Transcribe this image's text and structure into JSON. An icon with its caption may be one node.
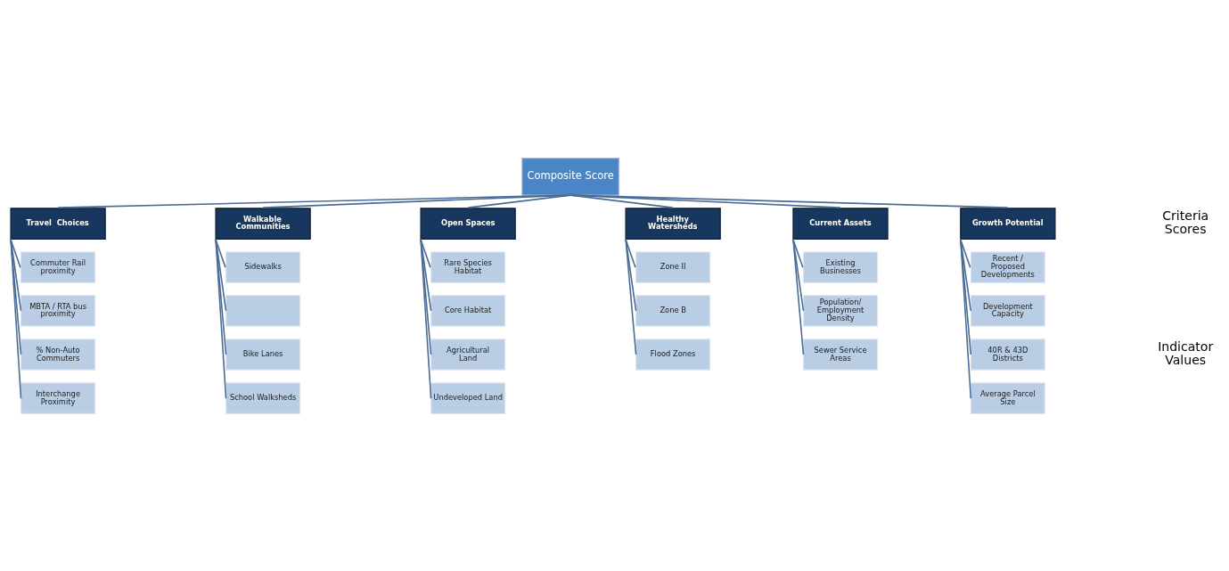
{
  "diagram": {
    "nodes": [
      {
        "text": [
          "Composite Score"
        ]
      },
      {
        "text": [
          "Travel  Choices"
        ]
      },
      {
        "text": [
          "Walkable Communities"
        ]
      },
      {
        "text": [
          "Open Spaces"
        ]
      },
      {
        "text": [
          "Healthy Watersheds"
        ]
      },
      {
        "text": [
          "Current Assets"
        ]
      },
      {
        "text": [
          "Growth Potential"
        ]
      },
      {
        "text": [
          "Commuter Rail proximity"
        ]
      },
      {
        "text": [
          "MBTA / RTA bus proximity"
        ]
      },
      {
        "text": [
          "% Non-Auto Commuters"
        ]
      },
      {
        "text": [
          "Interchange Proximity"
        ]
      },
      {
        "text": [
          "Sidewalks"
        ]
      },
      {
        "text": [],
        "shape": "box"
      },
      {
        "text": [
          "Bike Lanes"
        ]
      },
      {
        "text": [
          "School Walksheds"
        ]
      },
      {
        "text": [
          "Rare Species Habitat"
        ]
      },
      {
        "text": [
          "Core Habitat"
        ]
      },
      {
        "text": [
          "Agricultural Land"
        ]
      },
      {
        "text": [
          "Undeveloped Land"
        ]
      },
      {
        "text": [
          "Zone II"
        ]
      },
      {
        "text": [
          "Zone B"
        ]
      },
      {
        "text": [
          "Flood Zones"
        ]
      },
      {
        "text": [
          "Existing Businesses"
        ]
      },
      {
        "text": [
          "Population/ Employment Density"
        ]
      },
      {
        "text": [
          "Sewer Service Areas"
        ]
      },
      {
        "text": [
          "Recent / Proposed Developments"
        ]
      },
      {
        "text": [
          "Development Capacity"
        ]
      },
      {
        "text": [
          "40R & 43D Districts"
        ]
      },
      {
        "text": [
          "Average Parcel Size"
        ]
      }
    ],
    "edges": [
      {
        "from": 0,
        "to": 1,
        "arrow": "none"
      },
      {
        "from": 0,
        "to": 2,
        "arrow": "none"
      },
      {
        "from": 0,
        "to": 3,
        "arrow": "none"
      },
      {
        "from": 0,
        "to": 4,
        "arrow": "none"
      },
      {
        "from": 0,
        "to": 5,
        "arrow": "none"
      },
      {
        "from": 0,
        "to": 6,
        "arrow": "none"
      },
      {
        "from": 1,
        "to": 7,
        "arrow": "none"
      },
      {
        "from": 1,
        "to": 8,
        "arrow": "none"
      },
      {
        "from": 1,
        "to": 9,
        "arrow": "none"
      },
      {
        "from": 1,
        "to": 10,
        "arrow": "none"
      },
      {
        "from": 2,
        "to": 11,
        "arrow": "none"
      },
      {
        "from": 2,
        "to": 12,
        "arrow": "none"
      },
      {
        "from": 2,
        "to": 13,
        "arrow": "none"
      },
      {
        "from": 2,
        "to": 14,
        "arrow": "none"
      },
      {
        "from": 3,
        "to": 15,
        "arrow": "none"
      },
      {
        "from": 3,
        "to": 16,
        "arrow": "none"
      },
      {
        "from": 3,
        "to": 17,
        "arrow": "none"
      },
      {
        "from": 3,
        "to": 18,
        "arrow": "none"
      },
      {
        "from": 4,
        "to": 19,
        "arrow": "none"
      },
      {
        "from": 4,
        "to": 20,
        "arrow": "none"
      },
      {
        "from": 4,
        "to": 21,
        "arrow": "none"
      },
      {
        "from": 5,
        "to": 22,
        "arrow": "none"
      },
      {
        "from": 5,
        "to": 23,
        "arrow": "none"
      },
      {
        "from": 5,
        "to": 24,
        "arrow": "none"
      },
      {
        "from": 6,
        "to": 25,
        "arrow": "none"
      },
      {
        "from": 6,
        "to": 26,
        "arrow": "none"
      },
      {
        "from": 6,
        "to": 27,
        "arrow": "none"
      },
      {
        "from": 6,
        "to": 28,
        "arrow": "none"
      }
    ],
    "labels": [
      "Criteria Scores",
      "Indicator Values"
    ]
  }
}
